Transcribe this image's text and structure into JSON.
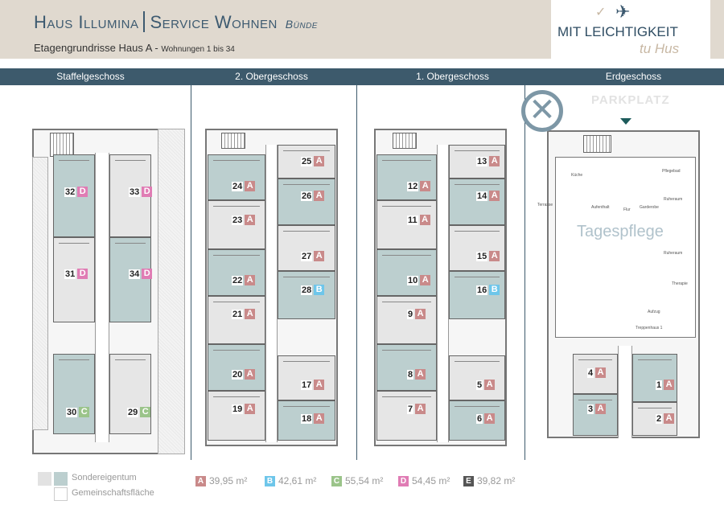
{
  "header": {
    "title_part1": "Haus Illumina",
    "title_part2": "Service Wohnen",
    "city": "Bünde",
    "subtitle": "Etagengrundrisse Haus A",
    "subtitle_dash": "-",
    "subtitle_small": "Wohnungen 1 bis 34"
  },
  "logo": {
    "main": "MIT LEICHTIGKEIT",
    "script": "tu Hus"
  },
  "floors": [
    {
      "name": "Staffelgeschoss",
      "units": [
        {
          "no": "32",
          "type": "D",
          "shade": "t"
        },
        {
          "no": "31",
          "type": "D",
          "shade": "g"
        },
        {
          "no": "30",
          "type": "C",
          "shade": "t"
        },
        {
          "no": "33",
          "type": "D",
          "shade": "g"
        },
        {
          "no": "34",
          "type": "D",
          "shade": "t"
        },
        {
          "no": "29",
          "type": "C",
          "shade": "g"
        }
      ]
    },
    {
      "name": "2. Obergeschoss",
      "units": [
        {
          "no": "24",
          "type": "A",
          "shade": "t"
        },
        {
          "no": "23",
          "type": "A",
          "shade": "g"
        },
        {
          "no": "22",
          "type": "A",
          "shade": "t"
        },
        {
          "no": "21",
          "type": "A",
          "shade": "g"
        },
        {
          "no": "20",
          "type": "A",
          "shade": "t"
        },
        {
          "no": "19",
          "type": "A",
          "shade": "g"
        },
        {
          "no": "25",
          "type": "A",
          "shade": "g"
        },
        {
          "no": "26",
          "type": "A",
          "shade": "t"
        },
        {
          "no": "27",
          "type": "A",
          "shade": "g"
        },
        {
          "no": "28",
          "type": "B",
          "shade": "t"
        },
        {
          "no": "17",
          "type": "A",
          "shade": "g"
        },
        {
          "no": "18",
          "type": "A",
          "shade": "t"
        }
      ]
    },
    {
      "name": "1. Obergeschoss",
      "units": [
        {
          "no": "12",
          "type": "A",
          "shade": "t"
        },
        {
          "no": "11",
          "type": "A",
          "shade": "g"
        },
        {
          "no": "10",
          "type": "A",
          "shade": "t"
        },
        {
          "no": "9",
          "type": "A",
          "shade": "g"
        },
        {
          "no": "8",
          "type": "A",
          "shade": "t"
        },
        {
          "no": "7",
          "type": "A",
          "shade": "g"
        },
        {
          "no": "13",
          "type": "A",
          "shade": "g"
        },
        {
          "no": "14",
          "type": "A",
          "shade": "t"
        },
        {
          "no": "15",
          "type": "A",
          "shade": "g"
        },
        {
          "no": "16",
          "type": "B",
          "shade": "t"
        },
        {
          "no": "5",
          "type": "A",
          "shade": "g"
        },
        {
          "no": "6",
          "type": "A",
          "shade": "t"
        }
      ]
    },
    {
      "name": "Erdgeschoss",
      "units": [
        {
          "no": "4",
          "type": "A",
          "shade": "g"
        },
        {
          "no": "3",
          "type": "A",
          "shade": "t"
        },
        {
          "no": "1",
          "type": "A",
          "shade": "t"
        },
        {
          "no": "2",
          "type": "A",
          "shade": "g"
        }
      ]
    }
  ],
  "eg_labels": {
    "parking": "PARKPLATZ",
    "daycare": "Tagespflege",
    "rooms": [
      "Küche",
      "Aufenthalt",
      "Terrasse",
      "Flur",
      "Garderobe",
      "Ruheraum",
      "Ruheraum",
      "Pflegebad",
      "Therapie",
      "Aufzug",
      "Treppenhaus 1"
    ]
  },
  "types": [
    {
      "key": "A",
      "area": "39,95 m²",
      "color": "#c98a8a"
    },
    {
      "key": "B",
      "area": "42,61 m²",
      "color": "#6ec6ea"
    },
    {
      "key": "C",
      "area": "55,54 m²",
      "color": "#9bc48a"
    },
    {
      "key": "D",
      "area": "54,45 m²",
      "color": "#e07cb4"
    },
    {
      "key": "E",
      "area": "39,82 m²",
      "color": "#555555"
    }
  ],
  "legend": {
    "private": "Sondereigentum",
    "common": "Gemeinschaftsfläche"
  }
}
